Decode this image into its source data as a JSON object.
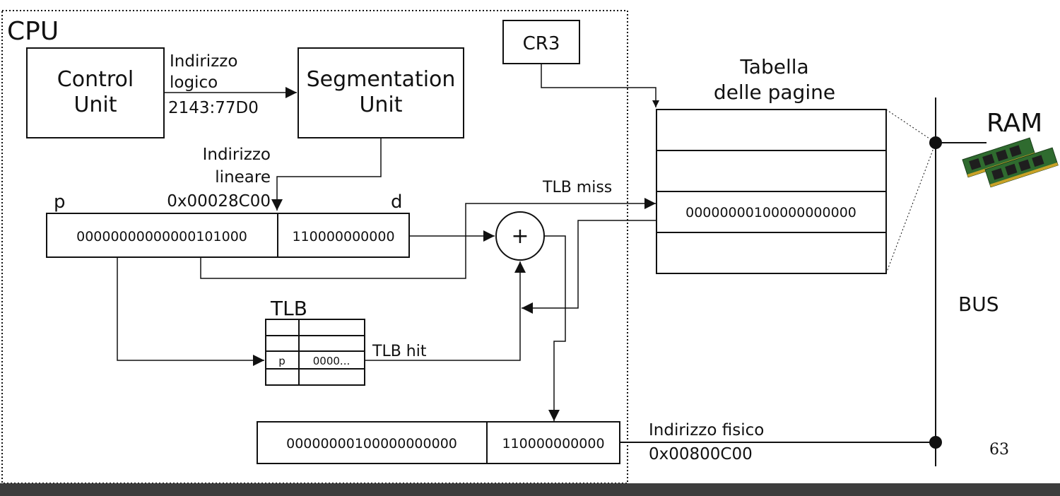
{
  "cpu": {
    "label": "CPU"
  },
  "control_unit": {
    "line1": "Control",
    "line2": "Unit"
  },
  "segmentation_unit": {
    "line1": "Segmentation",
    "line2": "Unit"
  },
  "logical_address": {
    "line1": "Indirizzo",
    "line2": "logico",
    "value": "2143:77D0"
  },
  "linear_address": {
    "line1": "Indirizzo",
    "line2": "lineare",
    "value": "0x00028C00",
    "p_label": "p",
    "d_label": "d",
    "page_bits": "00000000000000101000",
    "offset_bits": "110000000000"
  },
  "cr3": {
    "label": "CR3"
  },
  "page_table": {
    "title_line1": "Tabella",
    "title_line2": "delle pagine",
    "entry": "00000000100000000000"
  },
  "adder": {
    "symbol": "+"
  },
  "tlb": {
    "label": "TLB",
    "p_cell": "p",
    "frame_cell": "0000...",
    "hit_label": "TLB hit",
    "miss_label": "TLB miss"
  },
  "physical_address": {
    "label": "Indirizzo fisico",
    "value": "0x00800C00",
    "frame_bits": "00000000100000000000",
    "offset_bits": "110000000000"
  },
  "ram": {
    "label": "RAM"
  },
  "bus": {
    "label": "BUS"
  },
  "slide_number": "63",
  "colors": {
    "line": "#111111",
    "bottom_bar": "#3d3d3d",
    "ram_board": "#2f6b2f",
    "ram_chip": "#1e1e1e",
    "ram_contacts": "#c9a227"
  }
}
